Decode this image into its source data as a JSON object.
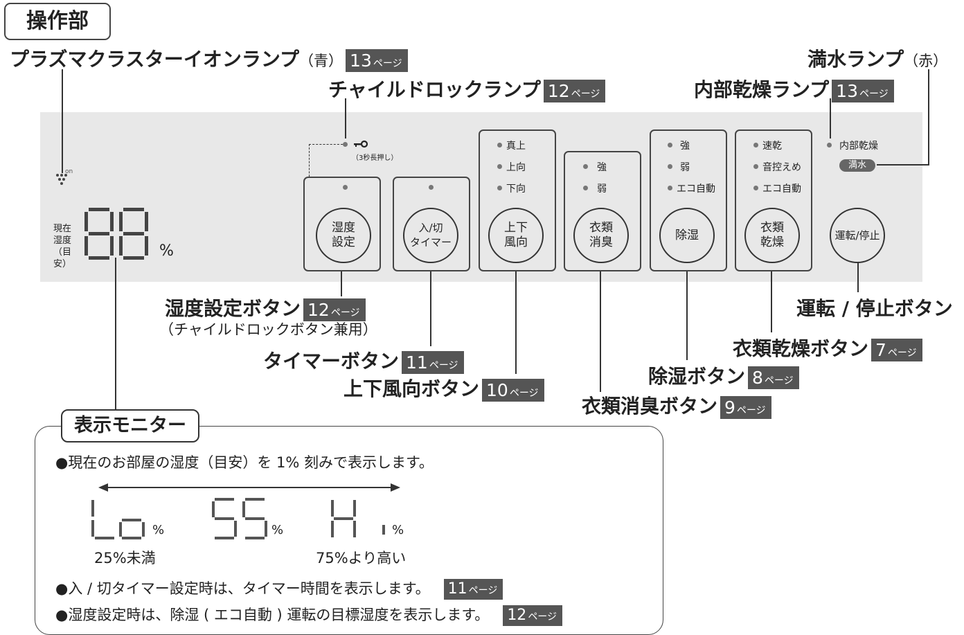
{
  "section_title": "操作部",
  "labels": {
    "plasma": {
      "text": "プラズマクラスターイオンランプ",
      "sub": "（青）",
      "page": "13",
      "page_unit": "ページ"
    },
    "child_lock_lamp": {
      "text": "チャイルドロックランプ",
      "page": "12",
      "page_unit": "ページ"
    },
    "full_water": {
      "text": "満水ランプ",
      "sub": "（赤）"
    },
    "internal_dry": {
      "text": "内部乾燥ランプ",
      "page": "13",
      "page_unit": "ページ"
    },
    "humidity_btn": {
      "text": "湿度設定ボタン",
      "page": "12",
      "page_unit": "ページ",
      "note": "（チャイルドロックボタン兼用）"
    },
    "timer_btn": {
      "text": "タイマーボタン",
      "page": "11",
      "page_unit": "ページ"
    },
    "louver_btn": {
      "text": "上下風向ボタン",
      "page": "10",
      "page_unit": "ページ"
    },
    "deodor_btn": {
      "text": "衣類消臭ボタン",
      "page": "9",
      "page_unit": "ページ"
    },
    "dehum_btn": {
      "text": "除湿ボタン",
      "page": "8",
      "page_unit": "ページ"
    },
    "dry_btn": {
      "text": "衣類乾燥ボタン",
      "page": "7",
      "page_unit": "ページ"
    },
    "run_btn": {
      "text": "運転 / 停止ボタン"
    }
  },
  "panel": {
    "on_label": "on",
    "humidity_caption": [
      "現在",
      "湿度",
      "（目安）"
    ],
    "display_digits": "88",
    "percent": "%",
    "key_hint": "（3秒長押し）",
    "buttons": {
      "humidity": [
        "湿度",
        "設定"
      ],
      "timer": [
        "入/切",
        "タイマー"
      ],
      "louver": [
        "上下",
        "風向"
      ],
      "deodor": [
        "衣類",
        "消臭"
      ],
      "dehum": [
        "除湿"
      ],
      "dry": [
        "衣類",
        "乾燥"
      ],
      "run": [
        "運転/停止"
      ]
    },
    "options": {
      "louver": [
        "真上",
        "上向",
        "下向"
      ],
      "deodor": [
        "強",
        "弱"
      ],
      "dehum": [
        "強",
        "弱",
        "エコ自動"
      ],
      "dry": [
        "速乾",
        "音控えめ",
        "エコ自動"
      ]
    },
    "internal_dry_lamp": "内部乾燥",
    "full_water_badge": "満水"
  },
  "monitor": {
    "title": "表示モニター",
    "line1": "●現在のお部屋の湿度（目安）を 1% 刻みで表示します。",
    "examples": [
      {
        "display": "Lo",
        "unit": "%",
        "caption": "25%未満"
      },
      {
        "display": "55",
        "unit": "%",
        "caption": ""
      },
      {
        "display": "Hi",
        "unit": "%",
        "caption": "75%より高い"
      }
    ],
    "line2": "●入 / 切タイマー設定時は、タイマー時間を表示します。",
    "line2_page": "11",
    "line3": "●湿度設定時は、除湿 ( エコ自動 ) 運転の目標湿度を表示します。",
    "line3_page": "12",
    "page_unit": "ページ"
  }
}
